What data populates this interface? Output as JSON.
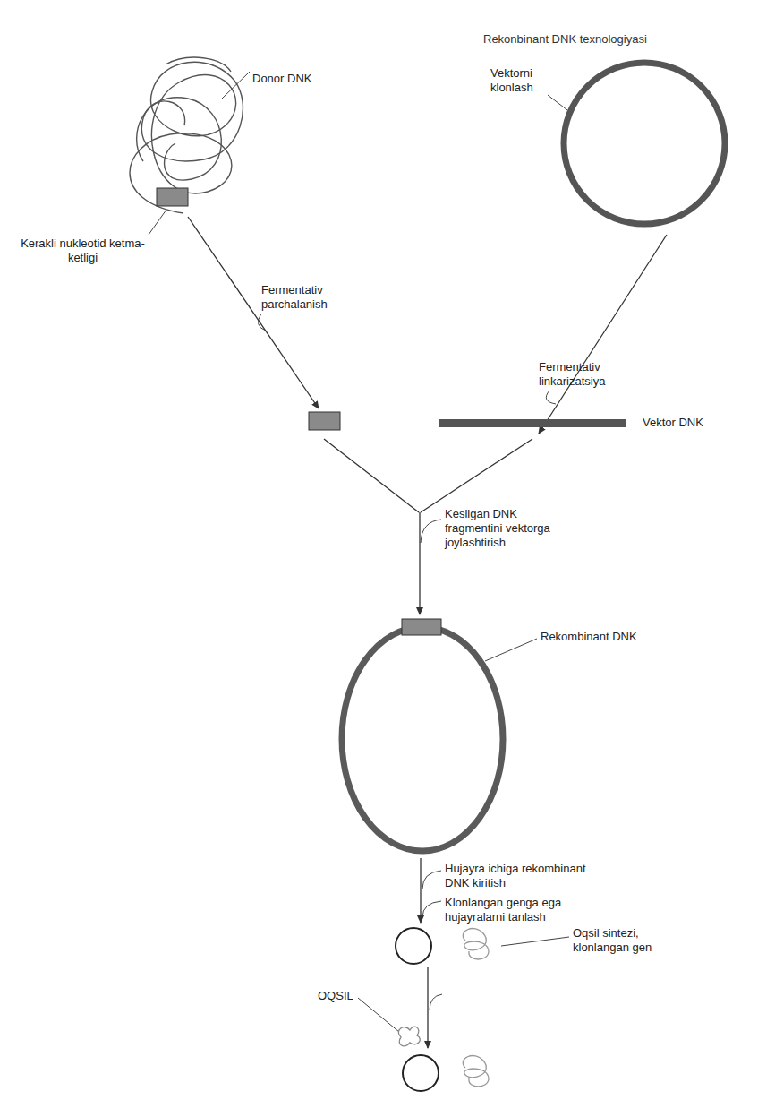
{
  "diagram": {
    "title": "Rekonbinant DNK texnologiyasi",
    "labels": [
      "Donor DNK",
      "Vektorni klonlash",
      "Kerakli nukleotid ketma-ketligi",
      "Fermentativ parchalanish",
      "Fermentativ linkarizatsiya",
      "Vektor DNK",
      "Kesilgan DNK fragmentini vektorga joylashtirish",
      "Rekombinant DNK",
      "Hujayra ichiga rekombinant DNK kiritish",
      "Klonlangan genga ega hujayralarni tanlash",
      "Oqsil sintezi, klonlangan gen",
      "OQSIL"
    ]
  }
}
